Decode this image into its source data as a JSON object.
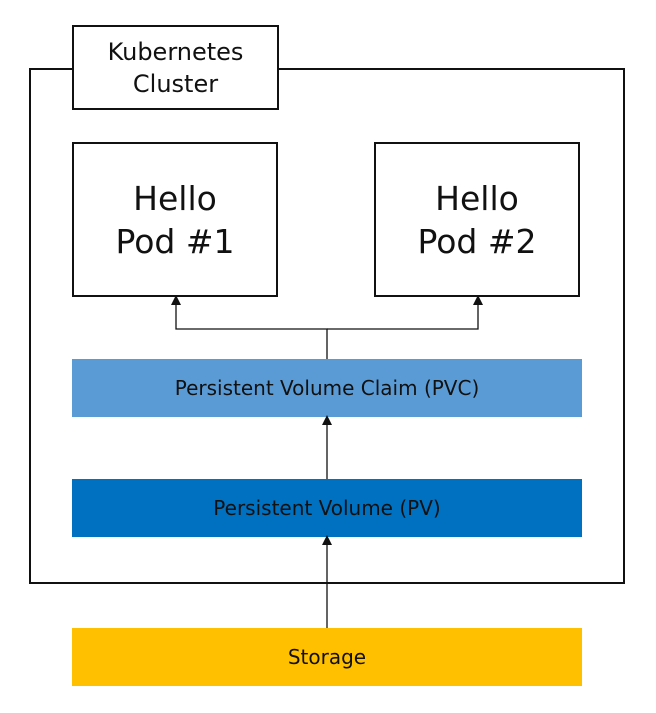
{
  "cluster": {
    "label_line1": "Kubernetes",
    "label_line2": "Cluster"
  },
  "pods": [
    {
      "line1": "Hello",
      "line2": "Pod #1"
    },
    {
      "line1": "Hello",
      "line2": "Pod #2"
    }
  ],
  "pvc": {
    "label": "Persistent Volume Claim (PVC)",
    "color": "#5b9bd5"
  },
  "pv": {
    "label": "Persistent Volume (PV)",
    "color": "#0070c0"
  },
  "storage": {
    "label": "Storage",
    "color": "#ffc000"
  }
}
